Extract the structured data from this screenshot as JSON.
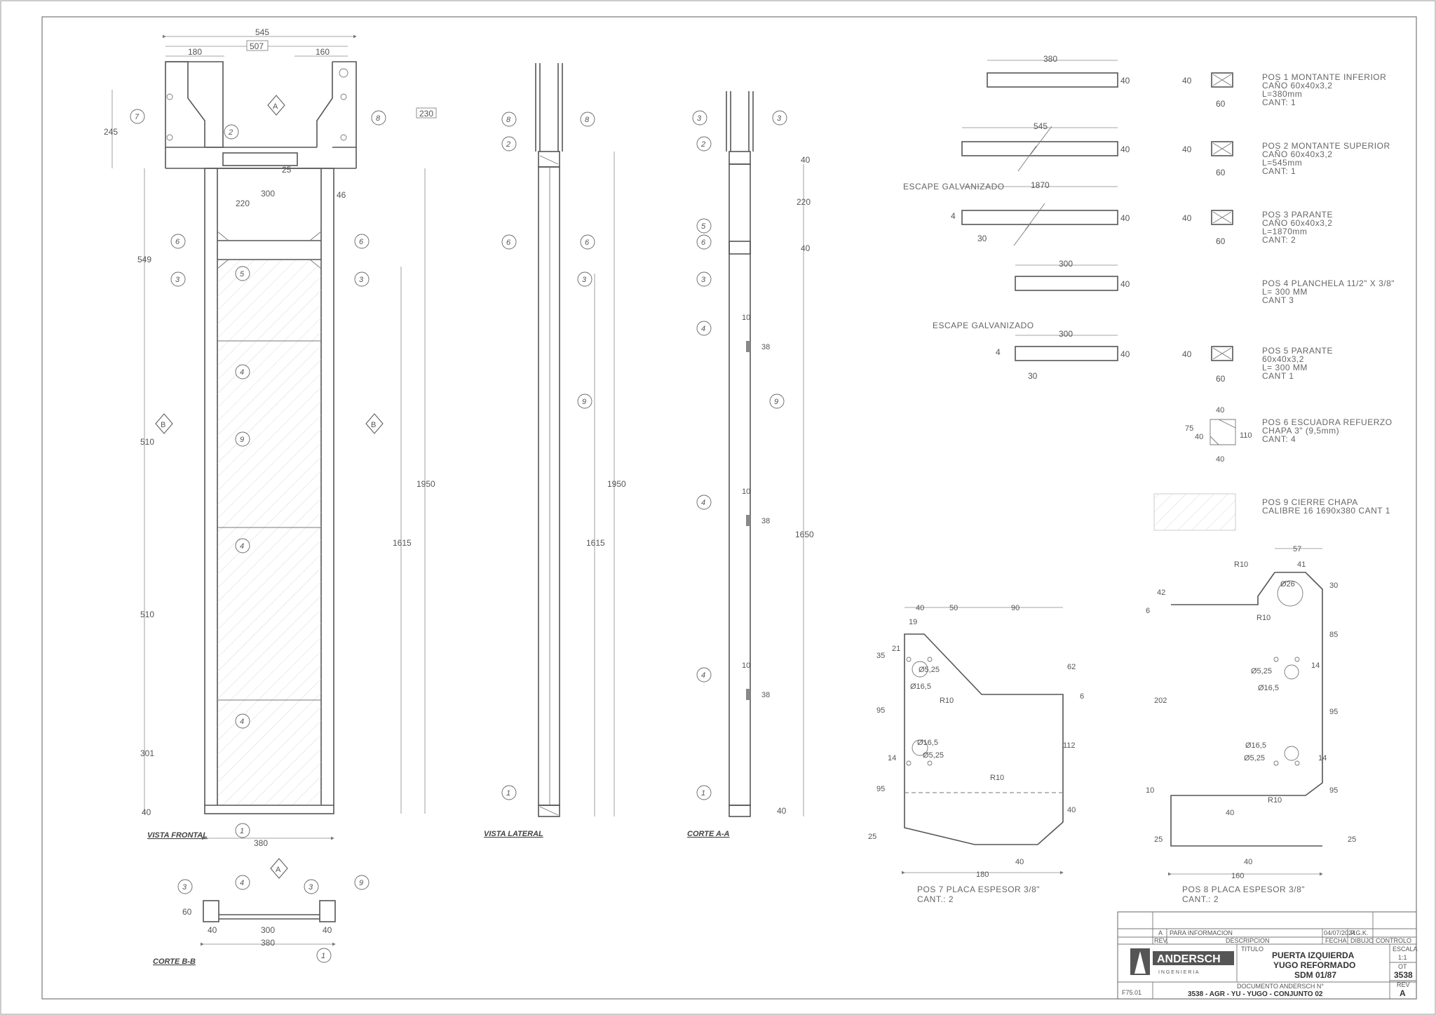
{
  "views": {
    "frontal_label": "VISTA FRONTAL",
    "lateral_label": "VISTA LATERAL",
    "corte_aa_label": "CORTE A-A",
    "corte_bb_label": "CORTE B-B",
    "section_a": "A",
    "section_b": "B"
  },
  "dims": {
    "d545": "545",
    "d507": "507",
    "d180": "180",
    "d160": "160",
    "d230": "230",
    "d245": "245",
    "d25": "25",
    "d220": "220",
    "d300": "300",
    "d46": "46",
    "d549": "549",
    "d510": "510",
    "d301": "301",
    "d40": "40",
    "d380": "380",
    "d1950": "1950",
    "d1615": "1615",
    "d1650": "1650",
    "d10": "10",
    "d38": "38",
    "d60": "60",
    "d1870": "1870",
    "d4": "4",
    "d30": "30",
    "d75": "75",
    "d110": "110",
    "d50": "50",
    "d90": "90",
    "d19": "19",
    "d21": "21",
    "d35": "35",
    "d95": "95",
    "d14": "14",
    "d62": "62",
    "d6": "6",
    "d112": "112",
    "d57": "57",
    "d41": "41",
    "d42": "42",
    "d85": "85",
    "d202": "202",
    "d26": "Ø26",
    "d525": "Ø5,25",
    "d165": "Ø16,5",
    "r10": "R10"
  },
  "escape_label": "ESCAPE GALVANIZADO",
  "parts": [
    {
      "num": "1",
      "lines": [
        "POS 1 MONTANTE INFERIOR",
        "CAÑO 60x40x3,2",
        "L=380mm",
        "CANT: 1"
      ]
    },
    {
      "num": "2",
      "lines": [
        "POS 2 MONTANTE SUPERIOR",
        "CAÑO 60x40x3,2",
        "L=545mm",
        "CANT: 1"
      ]
    },
    {
      "num": "3",
      "lines": [
        "POS 3 PARANTE",
        "CAÑO 60x40x3,2",
        "L=1870mm",
        "CANT: 2"
      ]
    },
    {
      "num": "4",
      "lines": [
        "POS 4  PLANCHELA 11/2\" X 3/8\"",
        "L= 300 MM",
        "CANT 3"
      ]
    },
    {
      "num": "5",
      "lines": [
        "POS 5 PARANTE",
        "60x40x3,2",
        "L= 300 MM",
        "CANT 1"
      ]
    },
    {
      "num": "6",
      "lines": [
        "POS 6 ESCUADRA REFUERZO",
        "CHAPA 3\" (9,5mm)",
        "CANT:    4"
      ]
    },
    {
      "num": "9",
      "lines": [
        "POS 9 CIERRE CHAPA",
        "CALIBRE 16 1690x380 CANT 1"
      ]
    }
  ],
  "pos7_label": [
    "POS 7 PLACA ESPESOR 3/8\"",
    "CANT.: 2"
  ],
  "pos8_label": [
    "POS 8 PLACA ESPESOR 3/8\"",
    "CANT.: 2"
  ],
  "title_block": {
    "rev_letter": "A",
    "rev_desc": "PARA INFORMACION",
    "rev_date": "04/07/2024",
    "rev_by": "P.G.K.",
    "hdr_rev": "REV.",
    "hdr_desc": "DESCRIPCION",
    "hdr_date": "FECHA",
    "hdr_by": "DIBUJO",
    "hdr_check": "CONTROLO",
    "company": "ANDERSCH",
    "company_sub": "I N G E N I E R I A",
    "title_label": "TITULO",
    "title": [
      "PUERTA IZQUIERDA",
      "YUGO REFORMADO",
      "SDM 01/87"
    ],
    "doc_label": "DOCUMENTO ANDERSCH N°",
    "doc_number": "3538 - AGR - YU - YUGO - CONJUNTO 02",
    "form_code": "F75.01",
    "escala_label": "ESCALA",
    "escala": "1:1",
    "ot_label": "OT",
    "ot": "3538",
    "rev_label": "REV",
    "rev": "A"
  }
}
